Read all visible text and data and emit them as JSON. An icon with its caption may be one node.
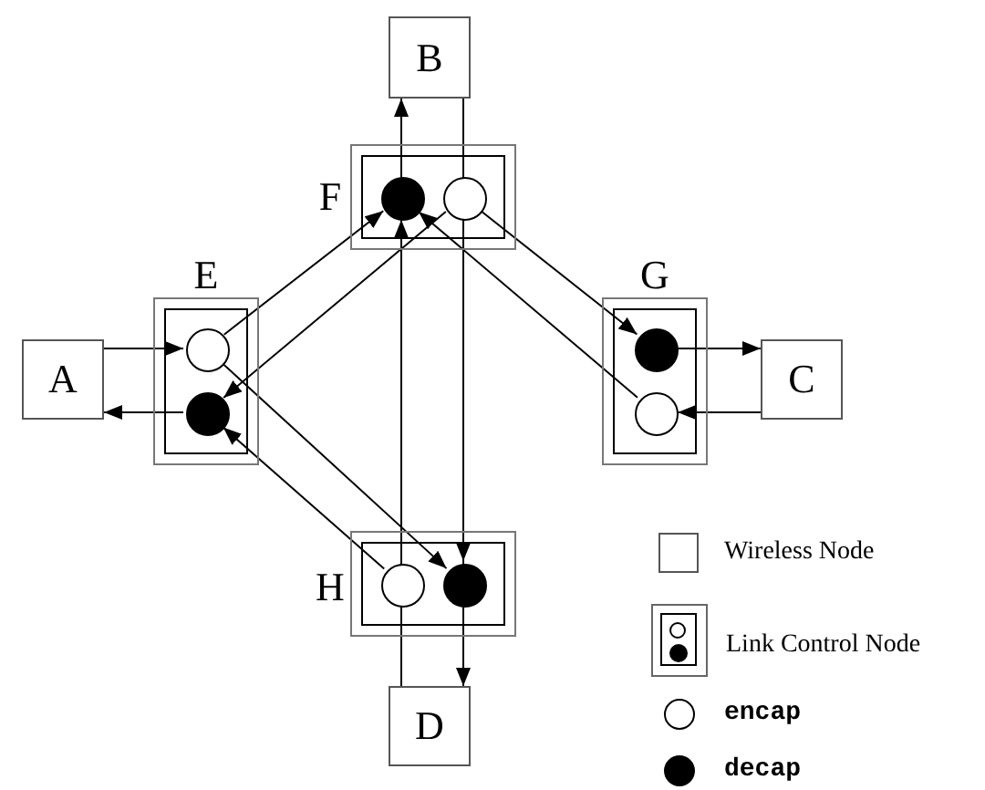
{
  "diagram": {
    "nodes": [
      {
        "text": [
          "B"
        ]
      },
      {
        "text": [
          "F"
        ]
      },
      {
        "text": [],
        "shape": "dot",
        "in": 1
      },
      {
        "text": [],
        "shape": "circle",
        "in": 1
      },
      {
        "text": [
          "E"
        ]
      },
      {
        "text": [],
        "shape": "circle",
        "in": 4
      },
      {
        "text": [],
        "shape": "dot",
        "in": 4
      },
      {
        "text": [
          "G"
        ]
      },
      {
        "text": [],
        "shape": "dot",
        "in": 7
      },
      {
        "text": [],
        "shape": "circle",
        "in": 7
      },
      {
        "text": [
          "A"
        ]
      },
      {
        "text": [
          "C"
        ]
      },
      {
        "text": [
          "H"
        ]
      },
      {
        "text": [],
        "shape": "circle",
        "in": 12
      },
      {
        "text": [],
        "shape": "dot",
        "in": 12
      },
      {
        "text": [
          "D"
        ]
      }
    ],
    "edges": [
      {
        "from": 2,
        "to": 0,
        "arrow": "to"
      },
      {
        "from": 0,
        "to": 3,
        "arrow": "to"
      },
      {
        "from": 10,
        "to": 5,
        "arrow": "to"
      },
      {
        "from": 6,
        "to": 10,
        "arrow": "to"
      },
      {
        "from": 5,
        "to": 2,
        "arrow": "to"
      },
      {
        "from": 3,
        "to": 6,
        "arrow": "to"
      },
      {
        "from": 5,
        "to": 14,
        "arrow": "to"
      },
      {
        "from": 13,
        "to": 6,
        "arrow": "to"
      },
      {
        "from": 13,
        "to": 2,
        "arrow": "to"
      },
      {
        "from": 3,
        "to": 14,
        "arrow": "to"
      },
      {
        "from": 3,
        "to": 8,
        "arrow": "to"
      },
      {
        "from": 9,
        "to": 2,
        "arrow": "to"
      },
      {
        "from": 8,
        "to": 11,
        "arrow": "to"
      },
      {
        "from": 11,
        "to": 9,
        "arrow": "to"
      },
      {
        "from": 15,
        "to": 13,
        "arrow": "to"
      },
      {
        "from": 14,
        "to": 15,
        "arrow": "to"
      }
    ],
    "legend": [
      {
        "text": "Wireless Node"
      },
      {
        "text": "Link Control Node"
      },
      {
        "text": "encap"
      },
      {
        "text": "decap"
      }
    ]
  }
}
